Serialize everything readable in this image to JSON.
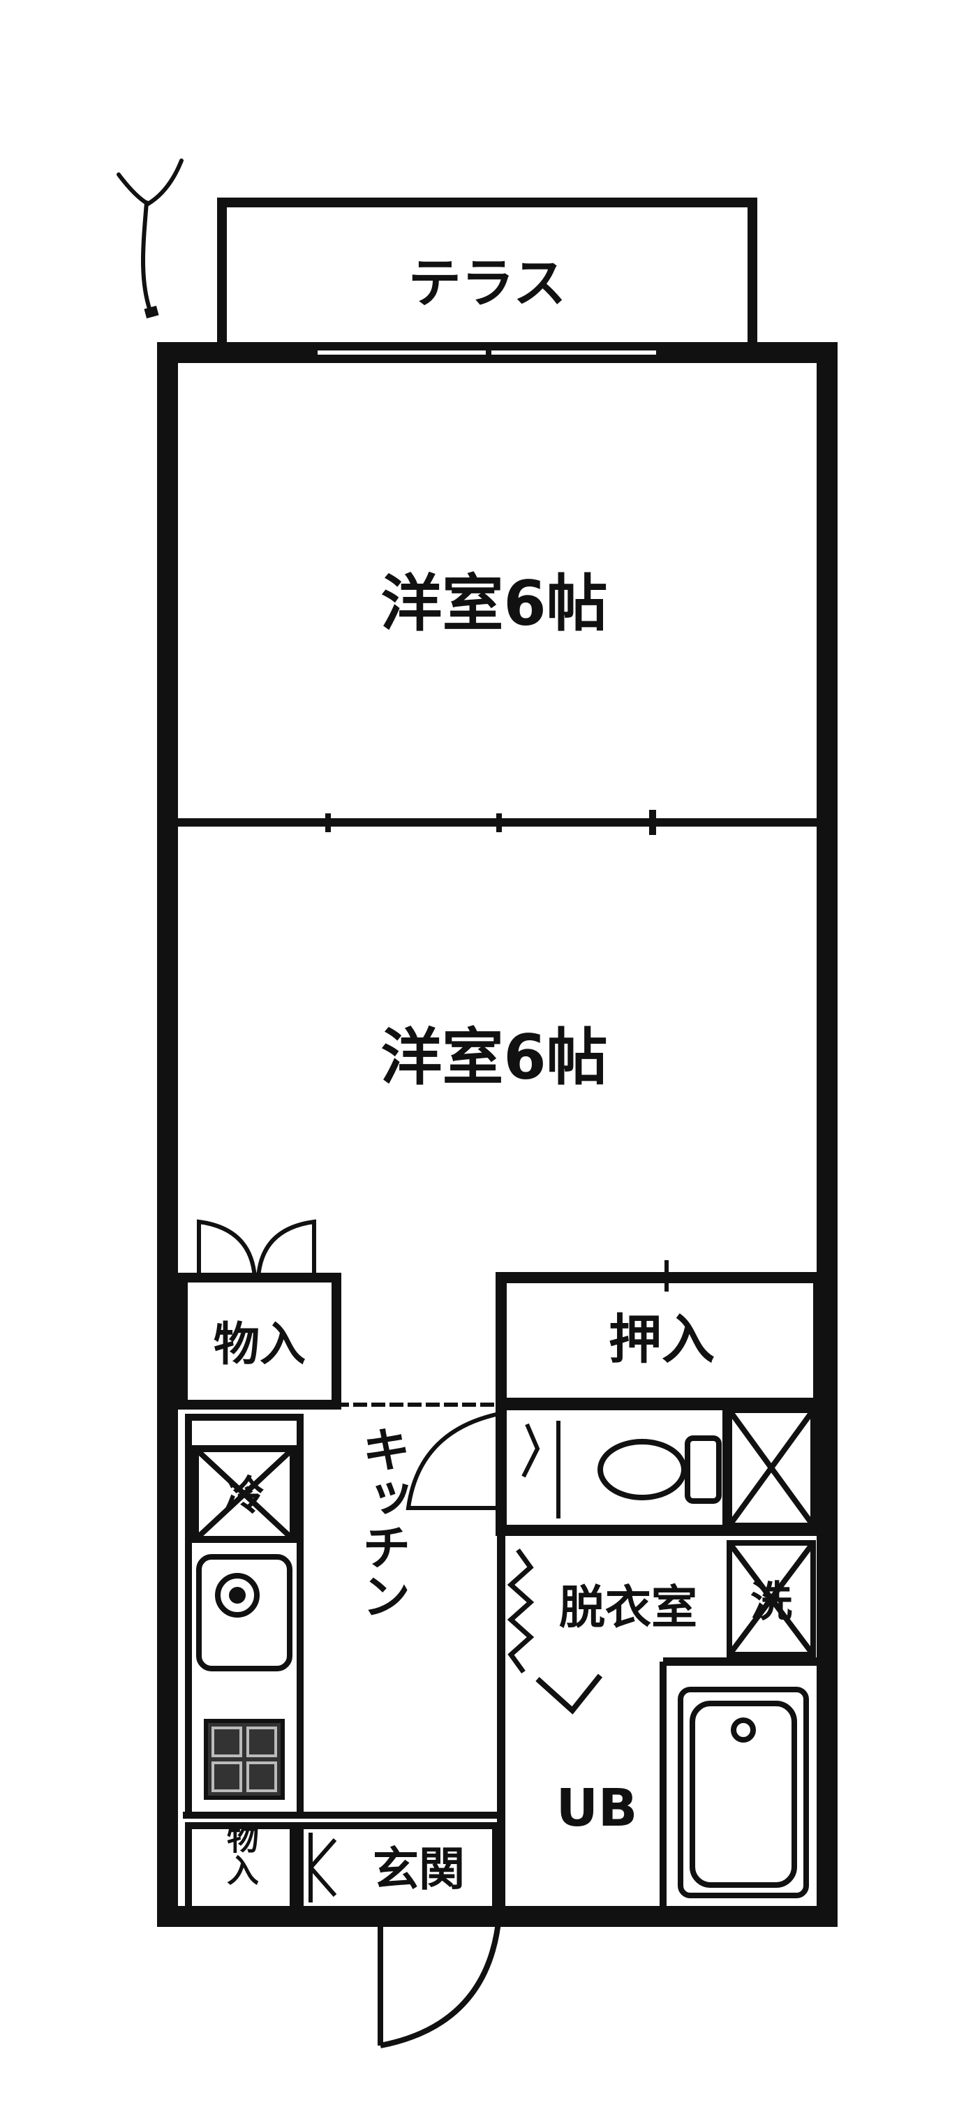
{
  "rooms": {
    "terrace": "テラス",
    "western_room_north": "洋室6帖",
    "western_room_south": "洋室6帖",
    "storage_west": "物入",
    "closet": "押入",
    "kitchen": "キッチン",
    "dressing_room": "脱衣室",
    "bath": "UB",
    "entrance": "玄関",
    "storage_entrance": "物入"
  },
  "fixtures": {
    "fridge": "冷",
    "washer": "洗"
  },
  "icons": {
    "north_arrow": "north-arrow-icon",
    "toilet": "toilet-icon",
    "sink": "sink-icon",
    "stove": "stove-icon",
    "bathtub": "bathtub-icon"
  }
}
